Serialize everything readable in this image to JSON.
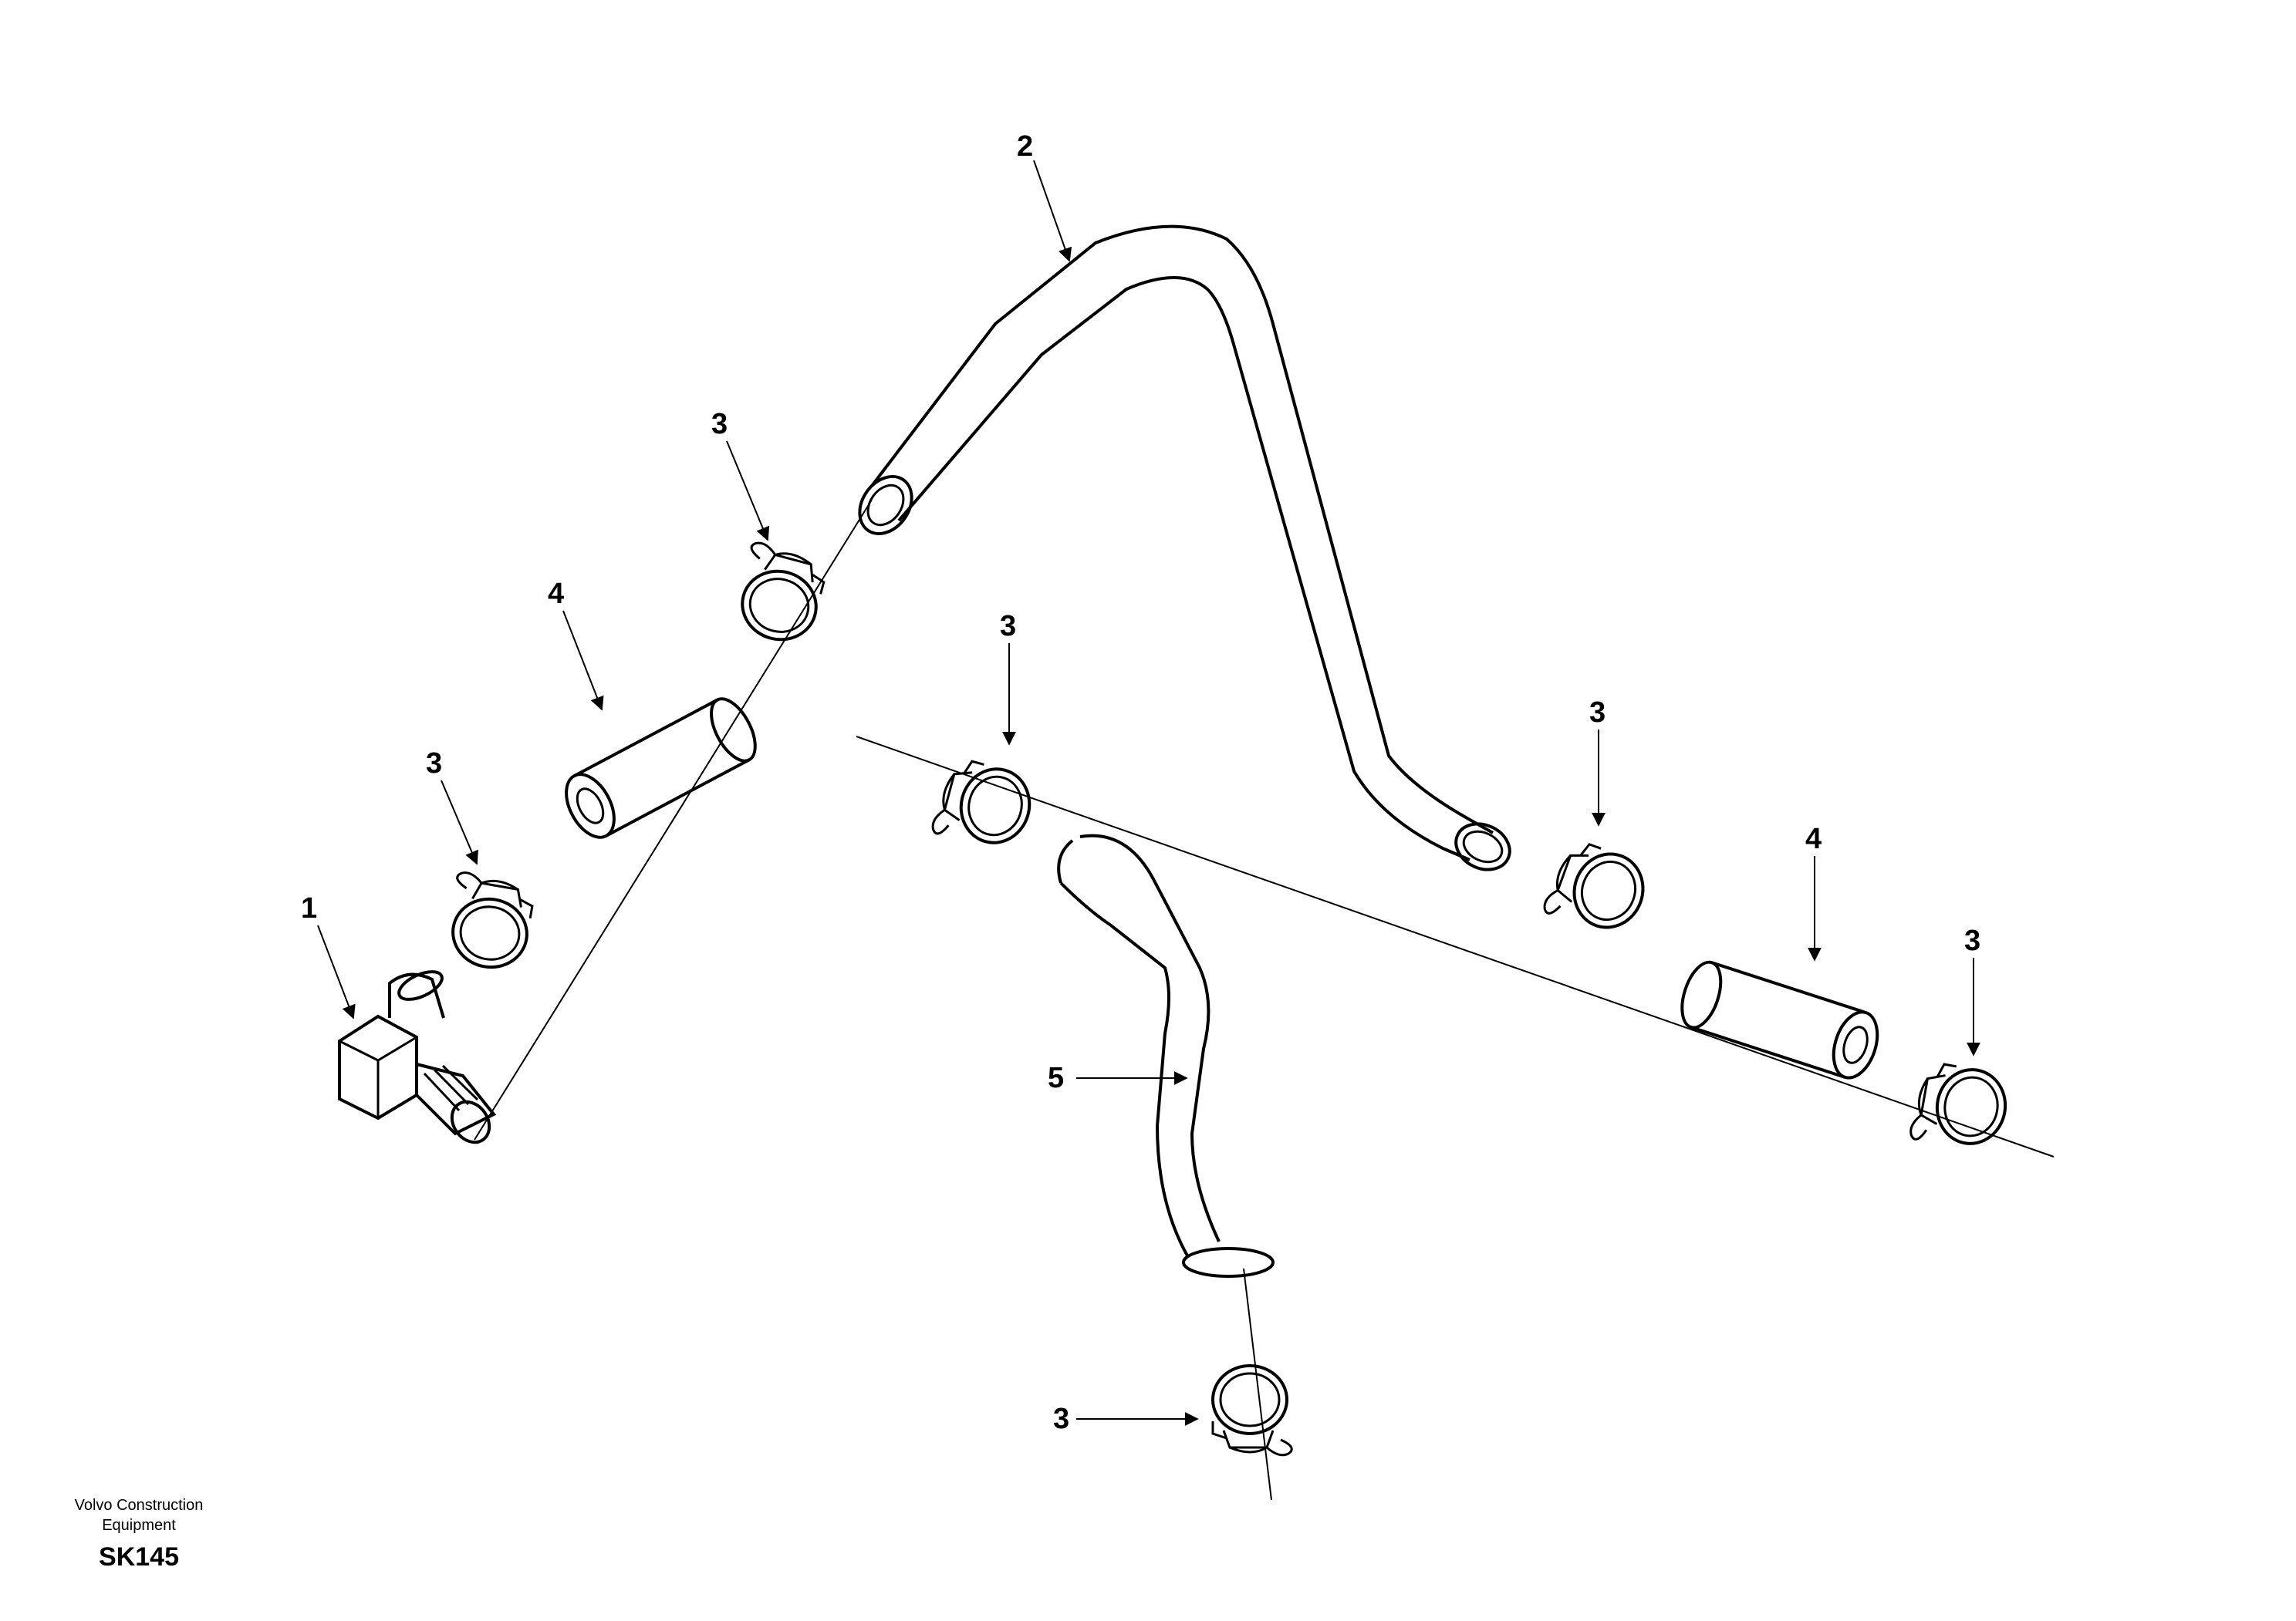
{
  "footer": {
    "brand_line1": "Volvo Construction",
    "brand_line2": "Equipment",
    "sheet_code": "SK145"
  },
  "callouts": [
    {
      "id": "c1",
      "label": "1"
    },
    {
      "id": "c2",
      "label": "2"
    },
    {
      "id": "c3a",
      "label": "3"
    },
    {
      "id": "c3b",
      "label": "3"
    },
    {
      "id": "c3c",
      "label": "3"
    },
    {
      "id": "c3d",
      "label": "3"
    },
    {
      "id": "c3e",
      "label": "3"
    },
    {
      "id": "c3f",
      "label": "3"
    },
    {
      "id": "c4a",
      "label": "4"
    },
    {
      "id": "c4b",
      "label": "4"
    },
    {
      "id": "c5",
      "label": "5"
    }
  ]
}
